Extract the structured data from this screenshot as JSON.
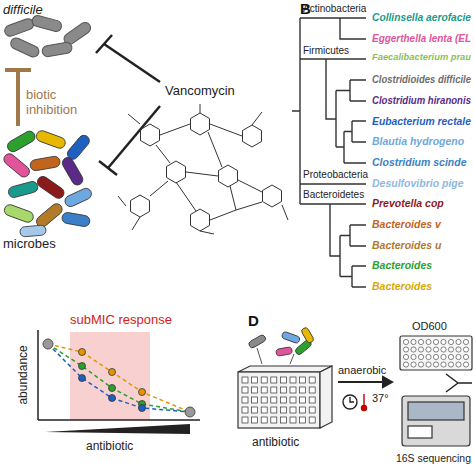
{
  "diagram": {
    "labels": [
      "difficile",
      "biotic inhibition",
      "Vancomycin",
      "microbes",
      "B",
      "Actinobacteria",
      "Firmicutes",
      "Proteobacteria",
      "Bacteroidetes",
      "Collinsella aerofacie",
      "Eggerthella lenta (EL",
      "Faecalibacterium prau",
      "Clostridioides difficile",
      "Clostridium hiranonis",
      "Eubacterium rectale",
      "Blautia hydrogeno",
      "Clostridium scinde",
      "Desulfovibrio pige",
      "Prevotella cop",
      "Bacteroides v",
      "Bacteroides u",
      "Bacteroides",
      "Bacteroides",
      "subMIC response",
      "abundance",
      "antibiotic",
      "D",
      "antibiotic",
      "anaerobic",
      "37°",
      "OD600",
      "16S sequencing"
    ]
  }
}
